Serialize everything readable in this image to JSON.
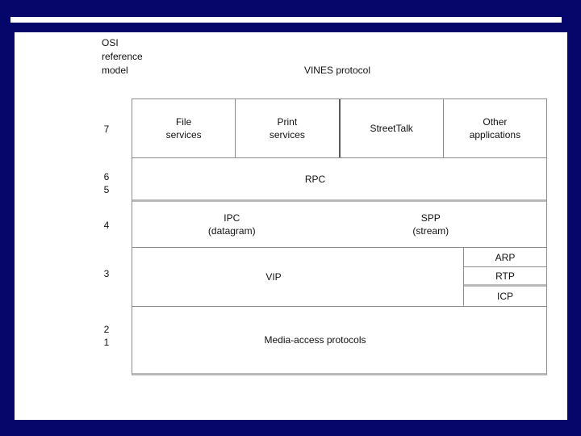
{
  "slide": {
    "background_color": "#06066a",
    "accent_line_color": "#ffffff",
    "line_color": "#8c8c8c",
    "thick_line_color": "#b8b8b8"
  },
  "headings": {
    "osi": "OSI\nreference\nmodel",
    "vines": "VINES protocol"
  },
  "osi_layers": {
    "layer7": "7",
    "layer65": "6\n5",
    "layer4": "4",
    "layer3": "3",
    "layer21": "2\n1"
  },
  "protocol_stack": {
    "layer7_cells": [
      "File\nservices",
      "Print\nservices",
      "StreetTalk",
      "Other\napplications"
    ],
    "layer65": "RPC",
    "layer4": {
      "ipc": "IPC\n(datagram)",
      "spp": "SPP\n(stream)"
    },
    "layer3": {
      "vip": "VIP",
      "stack": [
        "ARP",
        "RTP",
        "ICP"
      ]
    },
    "layer21": "Media-access protocols"
  }
}
